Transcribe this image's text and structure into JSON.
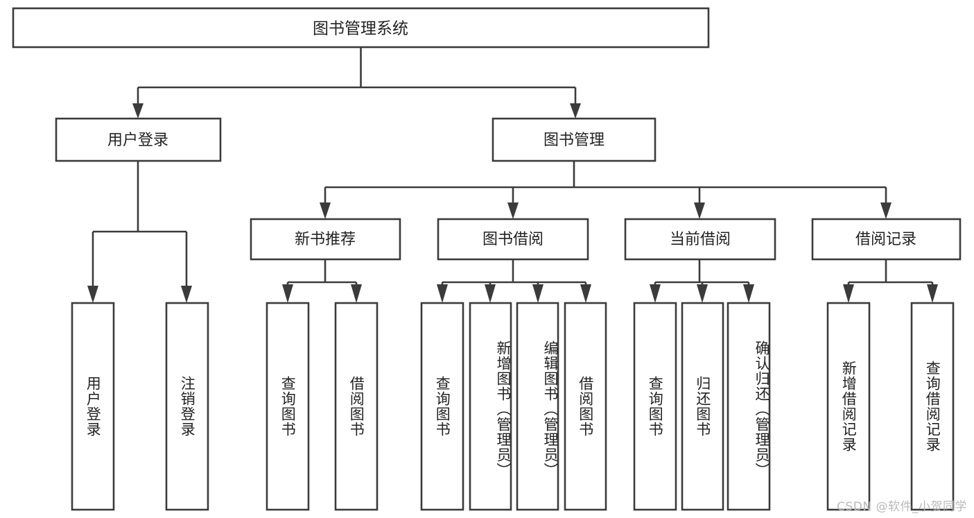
{
  "diagram": {
    "type": "tree-hierarchy",
    "title": "图书管理系统",
    "orientation": "top-down",
    "colors": {
      "box_stroke": "#3b3b3b",
      "box_fill": "#ffffff",
      "text": "#222222",
      "background": "#ffffff",
      "watermark": "#b9b9b9"
    },
    "levels": {
      "root": [
        "图书管理系统"
      ],
      "level2": [
        "用户登录",
        "图书管理"
      ],
      "level3": [
        "新书推荐",
        "图书借阅",
        "当前借阅",
        "借阅记录"
      ],
      "leaves": [
        "用户登录",
        "注销登录",
        "查询图书",
        "借阅图书",
        "查询图书",
        "新增图书（管理员）",
        "编辑图书（管理员）",
        "借阅图书",
        "查询图书",
        "归还图书",
        "确认归还（管理员）",
        "新增借阅记录",
        "查询借阅记录"
      ]
    },
    "nodes": {
      "root": {
        "label": "图书管理系统"
      },
      "user_login": {
        "label": "用户登录"
      },
      "book_manage": {
        "label": "图书管理"
      },
      "new_book_rec": {
        "label": "新书推荐"
      },
      "book_borrow": {
        "label": "图书借阅"
      },
      "current_borrow": {
        "label": "当前借阅"
      },
      "borrow_record": {
        "label": "借阅记录"
      },
      "leaf_user_login": {
        "label": "用户登录"
      },
      "leaf_logout": {
        "label": "注销登录"
      },
      "leaf_query_book_1": {
        "label": "查询图书"
      },
      "leaf_borrow_book_1": {
        "label": "借阅图书"
      },
      "leaf_query_book_2": {
        "label": "查询图书"
      },
      "leaf_add_book": {
        "label": "新增图书（管理员）"
      },
      "leaf_edit_book": {
        "label": "编辑图书（管理员）"
      },
      "leaf_borrow_book_2": {
        "label": "借阅图书"
      },
      "leaf_query_book_3": {
        "label": "查询图书"
      },
      "leaf_return_book": {
        "label": "归还图书"
      },
      "leaf_confirm_return": {
        "label": "确认归还（管理员）"
      },
      "leaf_add_record": {
        "label": "新增借阅记录"
      },
      "leaf_query_record": {
        "label": "查询借阅记录"
      }
    }
  },
  "watermark": {
    "text": "CSDN @软件_小贺同学"
  }
}
